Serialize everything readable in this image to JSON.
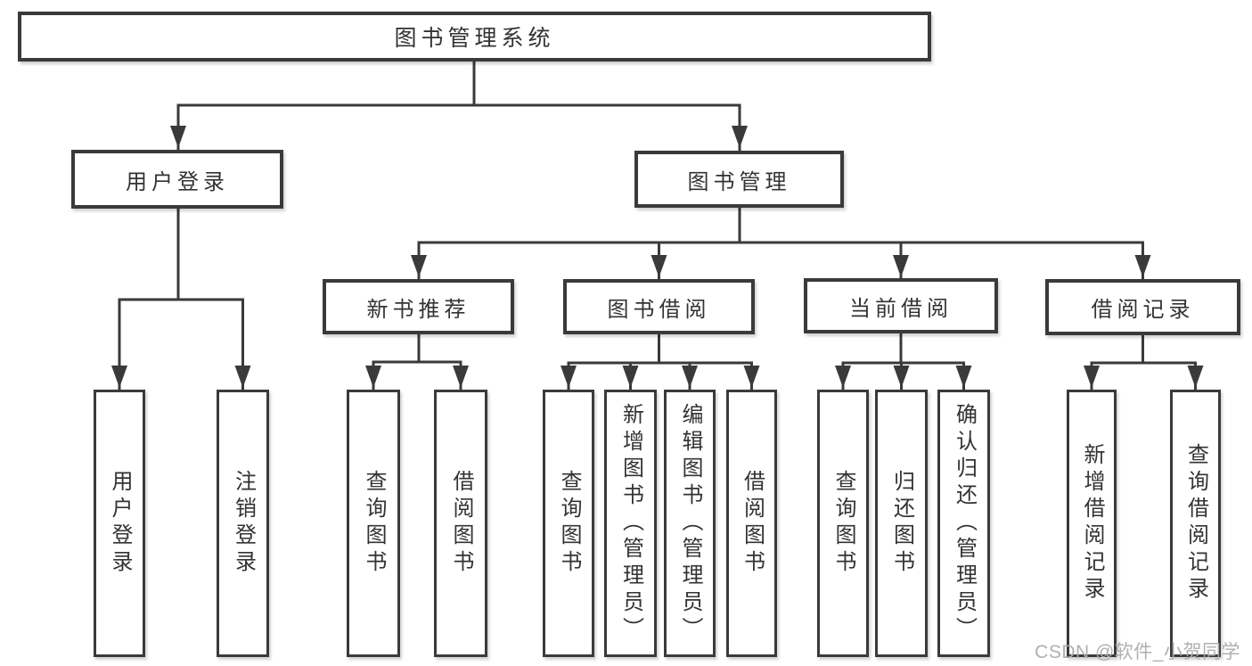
{
  "tree": {
    "label": "图书管理系统",
    "children": [
      {
        "label": "用户登录",
        "children": [
          {
            "label": "用户登录"
          },
          {
            "label": "注销登录"
          }
        ]
      },
      {
        "label": "图书管理",
        "children": [
          {
            "label": "新书推荐",
            "children": [
              {
                "label": "查询图书"
              },
              {
                "label": "借阅图书"
              }
            ]
          },
          {
            "label": "图书借阅",
            "children": [
              {
                "label": "查询图书"
              },
              {
                "label": "新增图书（管理员）"
              },
              {
                "label": "编辑图书（管理员）"
              },
              {
                "label": "借阅图书"
              }
            ]
          },
          {
            "label": "当前借阅",
            "children": [
              {
                "label": "查询图书"
              },
              {
                "label": "归还图书"
              },
              {
                "label": "确认归还（管理员）"
              }
            ]
          },
          {
            "label": "借阅记录",
            "children": [
              {
                "label": "新增借阅记录"
              },
              {
                "label": "查询借阅记录"
              }
            ]
          }
        ]
      }
    ]
  },
  "watermark": {
    "text": "CSDN @软件_小贺同学"
  },
  "colors": {
    "line": "#3a3a3a",
    "text": "#333333",
    "background": "#ffffff",
    "watermark": "#acacac"
  }
}
